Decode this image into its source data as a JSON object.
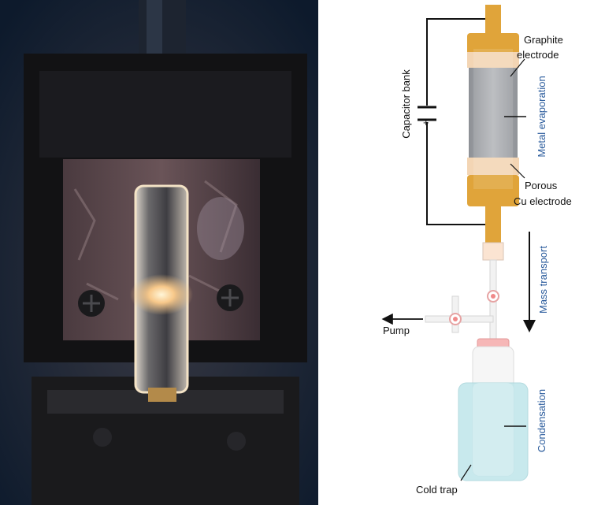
{
  "photo": {
    "subject": "Glowing quartz tube mounted between dark metal clamp blocks",
    "icons": [
      "screw-icon",
      "screw-icon"
    ]
  },
  "diagram": {
    "labels": {
      "graphite_line1": "Graphite",
      "graphite_line2": "electrode",
      "porous_line1": "Porous",
      "porous_line2": "Cu electrode",
      "capacitor": "Capacitor bank",
      "polarity_plus": "+",
      "pump": "Pump",
      "cold_trap": "Cold trap"
    },
    "stages": {
      "metal_evaporation": "Metal evaporation",
      "mass_transport": "Mass transport",
      "condensation": "Condensation"
    },
    "colors": {
      "electrode": "#e0a43a",
      "tube": "#a7a9ad",
      "stage_text": "#2a5b9c",
      "cold_trap_liquid": "#bfe6ea",
      "valve": "#f08a8a"
    }
  }
}
